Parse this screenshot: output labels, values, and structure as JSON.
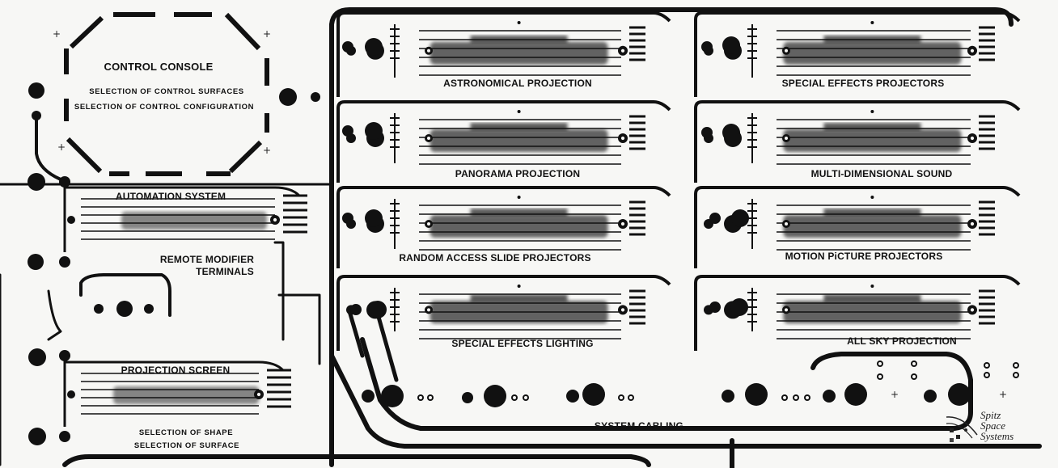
{
  "console": {
    "title": "CONTROL CONSOLE",
    "line1": "SELECTION OF CONTROL SURFACES",
    "line2": "SELECTION OF CONTROL CONFIGURATION"
  },
  "automation": {
    "title": "AUTOMATION SYSTEM",
    "remote_line1": "REMOTE MODIFIER",
    "remote_line2": "TERMINALS"
  },
  "screen": {
    "title": "PROJECTION SCREEN",
    "line1": "SELECTION OF SHAPE",
    "line2": "SELECTION OF SURFACE"
  },
  "modules": {
    "astronomical": "ASTRONOMICAL PROJECTION",
    "special_effects_projectors": "SPECIAL EFFECTS PROJECTORS",
    "panorama": "PANORAMA PROJECTION",
    "sound": "MULTI-DIMENSIONAL SOUND",
    "random_access": "RANDOM ACCESS SLIDE PROJECTORS",
    "motion_picture": "MOTION PiCTURE PROJECTORS",
    "special_effects_lighting": "SPECIAL EFFECTS LIGHTING",
    "all_sky": "ALL SKY PROJECTION"
  },
  "cabling": {
    "label": "SYSTEM CABLING"
  },
  "logo": {
    "line1": "Spitz",
    "line2": "Space",
    "line3": "Systems"
  },
  "colors": {
    "ink": "#111111",
    "paper": "#f7f7f5",
    "smudge": "#5a5a5a"
  }
}
